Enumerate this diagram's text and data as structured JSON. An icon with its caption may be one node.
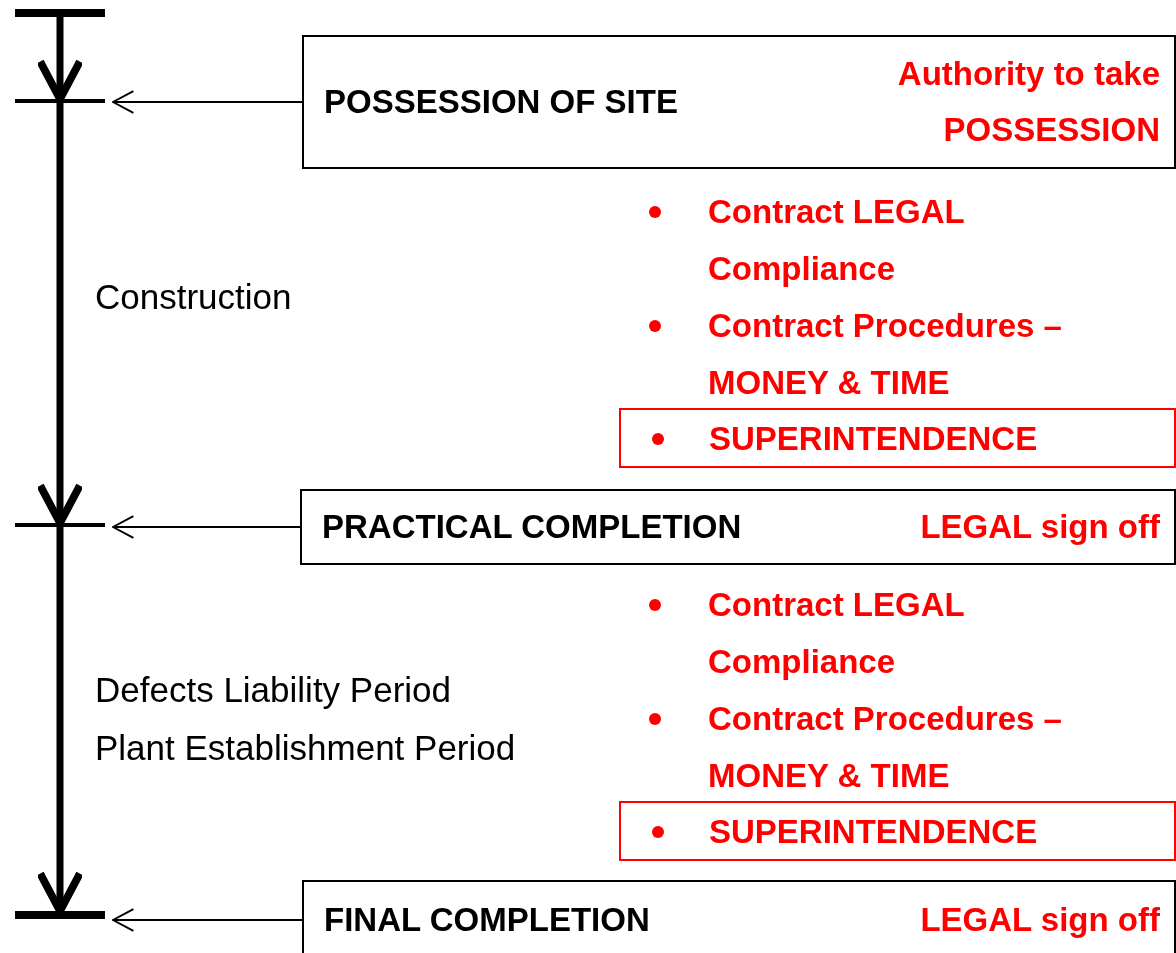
{
  "diagram": {
    "nodes": [
      {
        "text": [],
        "shape": "bar"
      },
      {
        "text": [],
        "shape": "bar"
      },
      {
        "text": [
          "POSSESSION OF SITE",
          "Authority to take POSSESSION"
        ]
      },
      {
        "text": [
          "SUPERINTENDENCE"
        ]
      },
      {
        "text": [],
        "shape": "bar"
      },
      {
        "text": [
          "PRACTICAL COMPLETION",
          "LEGAL sign off"
        ]
      },
      {
        "text": [
          "SUPERINTENDENCE"
        ]
      },
      {
        "text": [],
        "shape": "bar"
      },
      {
        "text": [
          "FINAL COMPLETION",
          "LEGAL sign off"
        ]
      }
    ],
    "edges": [
      {
        "from": 0,
        "to": 1,
        "arrow": "to",
        "style": "thick"
      },
      {
        "from": 2,
        "to": 1,
        "arrow": "to"
      },
      {
        "from": 1,
        "to": 4,
        "arrow": "to",
        "style": "thick"
      },
      {
        "from": 5,
        "to": 4,
        "arrow": "to"
      },
      {
        "from": 4,
        "to": 7,
        "arrow": "to",
        "style": "thick"
      },
      {
        "from": 8,
        "to": 7,
        "arrow": "to"
      }
    ],
    "labels": [
      "Construction",
      "Contract LEGAL Compliance",
      "Contract Procedures – MONEY & TIME",
      "Defects Liability Period",
      "Plant Establishment Period",
      "Contract LEGAL Compliance",
      "Contract Procedures – MONEY & TIME"
    ]
  }
}
